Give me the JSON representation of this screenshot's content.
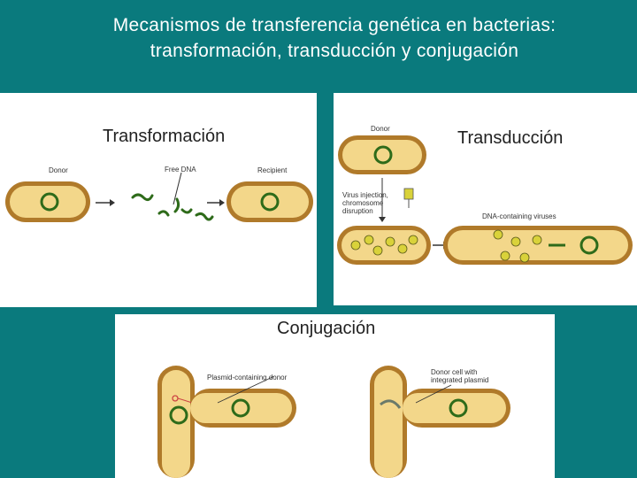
{
  "title": {
    "line1": "Mecanismos de transferencia genética en bacterias:",
    "line2": "transformación, transducción y conjugación"
  },
  "transformation": {
    "label": "Transformación",
    "donor": "Donor",
    "free_dna": "Free DNA",
    "recipient": "Recipient"
  },
  "transduction": {
    "label": "Transducción",
    "donor": "Donor",
    "virus_line1": "Virus injection,",
    "virus_line2": "chromosome",
    "virus_line3": "disruption",
    "dna_viruses": "DNA-containing viruses"
  },
  "conjugation": {
    "label": "Conjugación",
    "plasmid_donor": "Plasmid-containing donor",
    "donor_cell_line1": "Donor cell with",
    "donor_cell_line2": "integrated plasmid"
  },
  "colors": {
    "background": "#0a7a7d",
    "cell_outer": "#b07a2a",
    "cell_inner": "#f3d78a",
    "dna_ring": "#2e6b1a",
    "phage": "#d9d23a"
  }
}
